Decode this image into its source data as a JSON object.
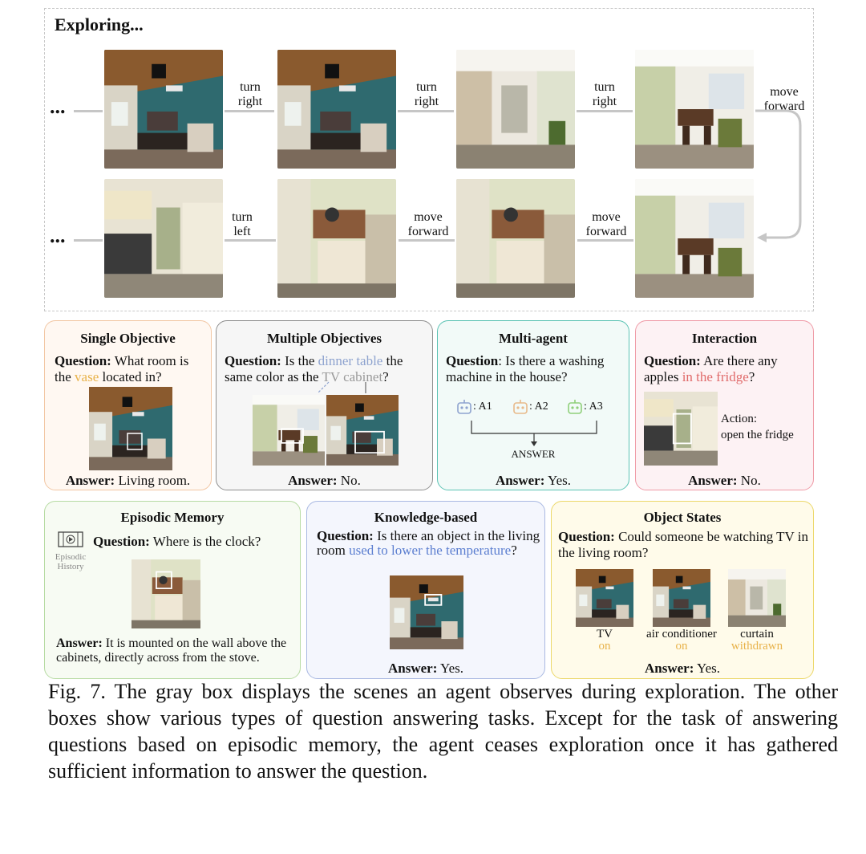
{
  "exploring": {
    "title": "Exploring...",
    "dots_start": "...",
    "dots_end": "...",
    "row1_actions": [
      [
        "turn",
        "right"
      ],
      [
        "turn",
        "right"
      ],
      [
        "turn",
        "right"
      ],
      [
        "move",
        "forward"
      ]
    ],
    "row2_actions": [
      [
        "move",
        "forward"
      ],
      [
        "move",
        "forward"
      ],
      [
        "turn",
        "left"
      ]
    ]
  },
  "cards": {
    "single": {
      "title": "Single Objective",
      "q_label": "Question:",
      "q_pre": " What room is the ",
      "q_hl": "vase",
      "q_post": " located in?",
      "a_label": "Answer:",
      "a_text": " Living room."
    },
    "multiple": {
      "title": "Multiple Objectives",
      "q_label": "Question:",
      "q_pre": " Is the ",
      "q_hl1": "dinner table",
      "q_mid": " the same color as the ",
      "q_hl2": "TV cabinet",
      "q_post": "?",
      "a_label": "Answer:",
      "a_text": " No."
    },
    "multiagent": {
      "title": "Multi-agent",
      "q_label": "Question",
      "q_text": ": Is there a washing machine in the house?",
      "agents": [
        ": A1",
        ": A2",
        ": A3"
      ],
      "answer_word": "ANSWER",
      "a_label": "Answer:",
      "a_text": " Yes."
    },
    "interaction": {
      "title": "Interaction",
      "q_label": "Question:",
      "q_pre": " Are there any apples ",
      "q_hl": "in the fridge",
      "q_post": "?",
      "action_label": "Action:",
      "action_text": "open the fridge",
      "a_label": "Answer:",
      "a_text": " No."
    },
    "episodic": {
      "title": "Episodic Memory",
      "icon_label1": "Episodic",
      "icon_label2": "History",
      "q_label": "Question:",
      "q_text": " Where is the clock?",
      "a_label": "Answer:",
      "a_text": " It is mounted on the wall above the cabinets, directly across from the stove."
    },
    "knowledge": {
      "title": "Knowledge-based",
      "q_label": "Question:",
      "q_pre": " Is there an object in the living room ",
      "q_hl": "used to lower the temperature",
      "q_post": "?",
      "a_label": "Answer:",
      "a_text": " Yes."
    },
    "objstates": {
      "title": "Object States",
      "q_label": "Question:",
      "q_text": " Could someone be watching TV in the living room?",
      "items": [
        {
          "name": "TV",
          "state": "on"
        },
        {
          "name": "air conditioner",
          "state": "on"
        },
        {
          "name": "curtain",
          "state": "withdrawn"
        }
      ],
      "a_label": "Answer:",
      "a_text": " Yes."
    }
  },
  "caption": "Fig. 7.  The gray box displays the scenes an agent observes during exploration. The other boxes show various types of question answering tasks. Except for the task of answering questions based on episodic memory, the agent ceases exploration once it has gathered sufficient information to answer the question.",
  "colors": {
    "single": "#f2c7a4",
    "multiple": "#8f8f8f",
    "multiagent": "#5cc3b4",
    "interaction": "#ef9aa6",
    "episodic": "#b7dba3",
    "knowledge": "#a9b9e2",
    "objstates": "#ecd86a",
    "vase": "#e8b24a",
    "dinner": "#8ea3cf",
    "tvcab": "#999999",
    "fridge": "#e06a6a",
    "lower": "#5b7ed0",
    "state": "#e8b24a"
  }
}
